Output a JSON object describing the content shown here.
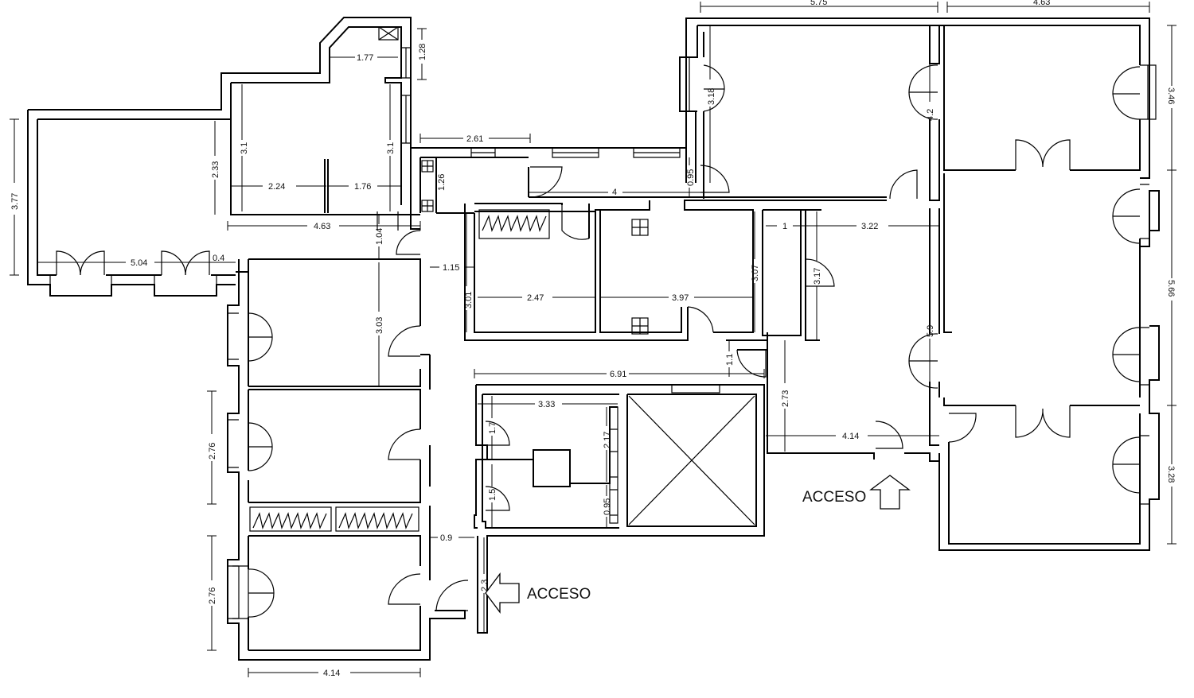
{
  "access_labels": [
    "ACCESO",
    "ACCESO"
  ],
  "dimensions": {
    "top_left_width": "5.75",
    "top_right_width": "4.63",
    "kitchen_width": "1.77",
    "kitchen_depth": "1.28",
    "room_a_height_left": "3.1",
    "room_a_height_right": "3.1",
    "room_a_w1": "2.24",
    "room_a_w2": "1.76",
    "room_a_h": "2.33",
    "corridor_261": "2.61",
    "left_room_height": "3.77",
    "left_room_width": "5.04",
    "gap_04": "0.4",
    "room_a_width": "4.63",
    "hall_126": "1.26",
    "hall_104": "1.04",
    "hall_115": "1.15",
    "corridor_4": "4",
    "door_095": "0.95",
    "room_b_h": "3.01",
    "room_b_w": "2.47",
    "room_c_w": "3.97",
    "room_c_h": "3.07",
    "room_d_w": "1",
    "room_d_h": "3.17",
    "hall_322": "3.22",
    "room_e_h": "3.03",
    "left_318": "3.18",
    "right_42": "4.2",
    "right_59": "5.9",
    "far_346": "3.46",
    "far_566": "5.66",
    "far_328": "3.28",
    "entry_691": "6.91",
    "entry_333": "3.33",
    "entry_17": "1.7",
    "entry_217": "2.17",
    "entry_15": "1.5",
    "entry_095": "0.95",
    "gap_11": "1.1",
    "gap_273": "2.73",
    "gap_414": "4.14",
    "bed_276a": "2.76",
    "bed_276b": "2.76",
    "gap_09": "0.9",
    "gap_23": "2.3",
    "bottom_414": "4.14"
  }
}
